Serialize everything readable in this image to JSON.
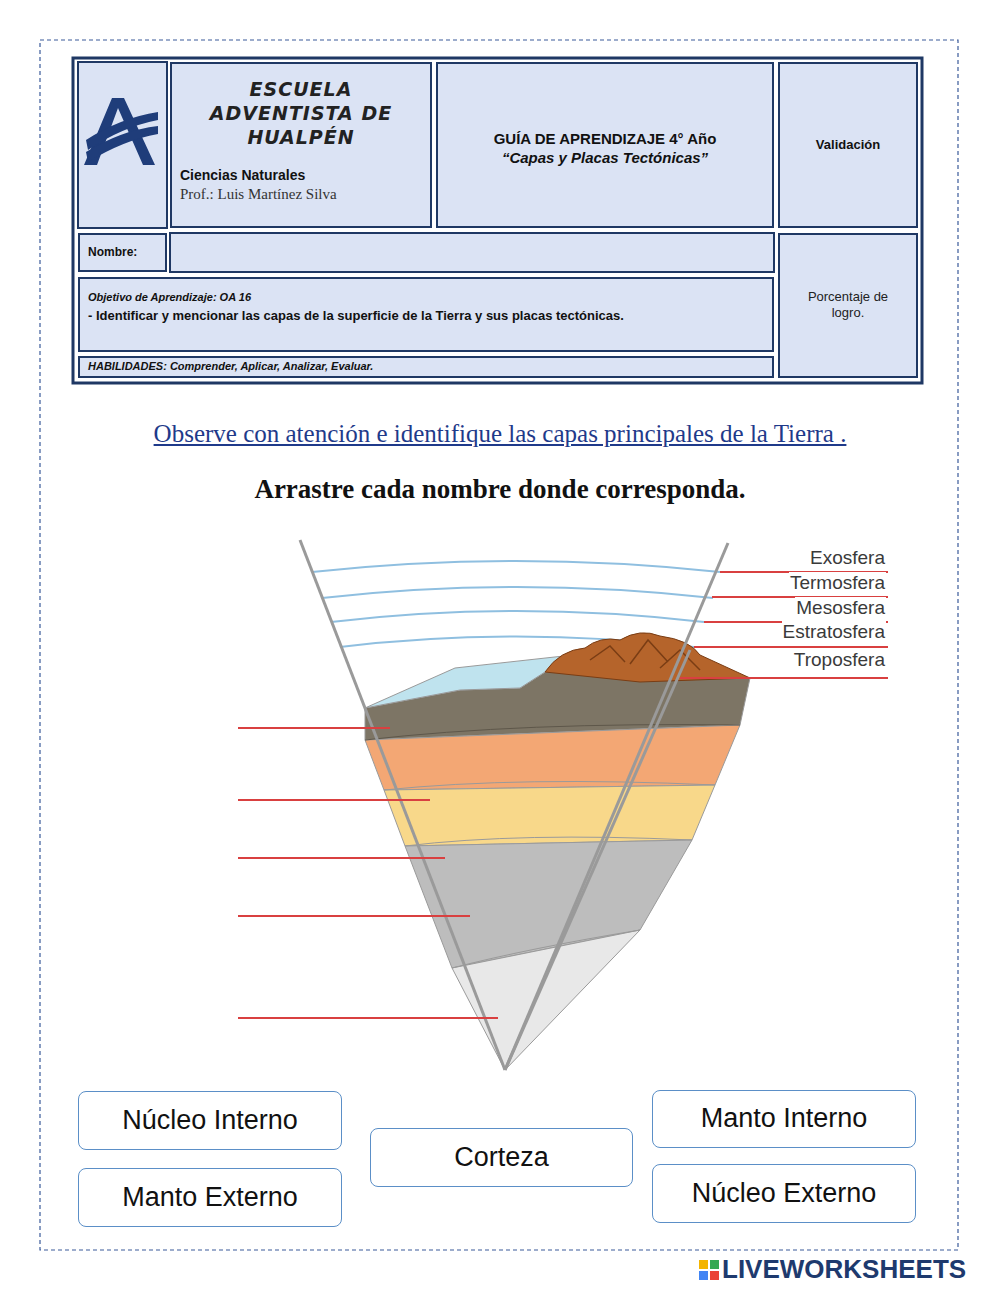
{
  "diagram": {
    "title": "Observe con atención e identifique las capas principales de la Tierra .",
    "nodes": [
      {
        "text": [
          "ESCUELA ADVENTISTA DE HUALPÉN",
          "Ciencias Naturales",
          "Prof.: Luis Martínez Silva"
        ]
      },
      {
        "text": [
          "GUÍA DE APRENDIZAJE 4° Año",
          "“Capas y Placas Tectónicas”"
        ]
      },
      {
        "text": [
          "Validación"
        ]
      },
      {
        "text": [
          "Nombre:"
        ]
      },
      {
        "text": [
          "Objetivo de Aprendizaje: OA 16",
          "- Identificar y mencionar las capas de la superficie de la Tierra y sus placas tectónicas."
        ]
      },
      {
        "text": [
          "HABILIDADES: Comprender, Aplicar, Analizar, Evaluar."
        ]
      },
      {
        "text": [
          "Porcentaje de logro."
        ]
      },
      {
        "text": [
          "Núcleo Interno"
        ]
      },
      {
        "text": [
          "Manto Interno"
        ]
      },
      {
        "text": [
          "Corteza"
        ]
      },
      {
        "text": [
          "Manto Externo"
        ]
      },
      {
        "text": [
          "Núcleo Externo"
        ]
      }
    ],
    "labels": [
      "Arrastre cada nombre donde corresponda.",
      "Exosfera",
      "Termosfera",
      "Mesosfera",
      "Estratosfera",
      "Troposfera",
      "LIVEWORKSHEETS"
    ]
  }
}
